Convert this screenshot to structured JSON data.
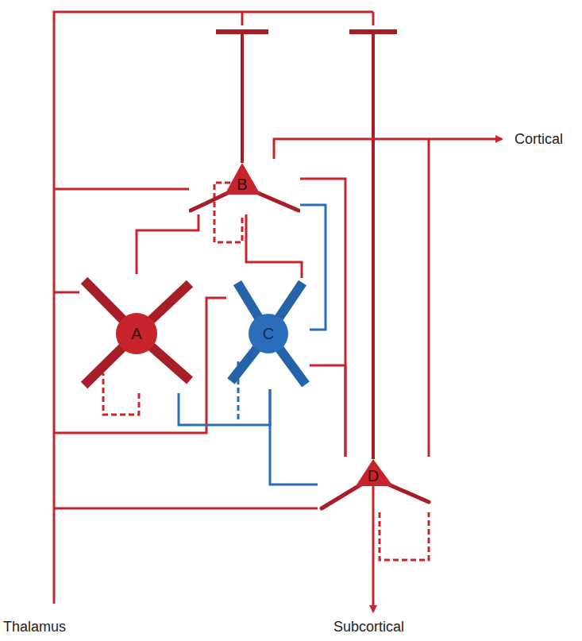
{
  "diagram": {
    "nodes": [
      {
        "text": [
          "B"
        ]
      },
      {
        "text": [
          "A"
        ]
      },
      {
        "text": [
          "C"
        ]
      },
      {
        "text": [
          "D"
        ]
      }
    ],
    "edges": [
      {
        "from": 1,
        "to": 0,
        "arrow": "none"
      },
      {
        "from": 0,
        "to": 2,
        "arrow": "none"
      },
      {
        "from": 0,
        "to": 3,
        "arrow": "none"
      },
      {
        "from": 2,
        "to": 0,
        "arrow": "none"
      },
      {
        "from": 2,
        "to": 1,
        "arrow": "none"
      },
      {
        "from": 2,
        "to": 3,
        "arrow": "none"
      },
      {
        "from": 3,
        "to": 0,
        "arrow": "none"
      },
      {
        "from": 3,
        "to": 2,
        "arrow": "none"
      }
    ],
    "labels": [
      "Cortical",
      "Subcortical",
      "Thalamus"
    ]
  }
}
